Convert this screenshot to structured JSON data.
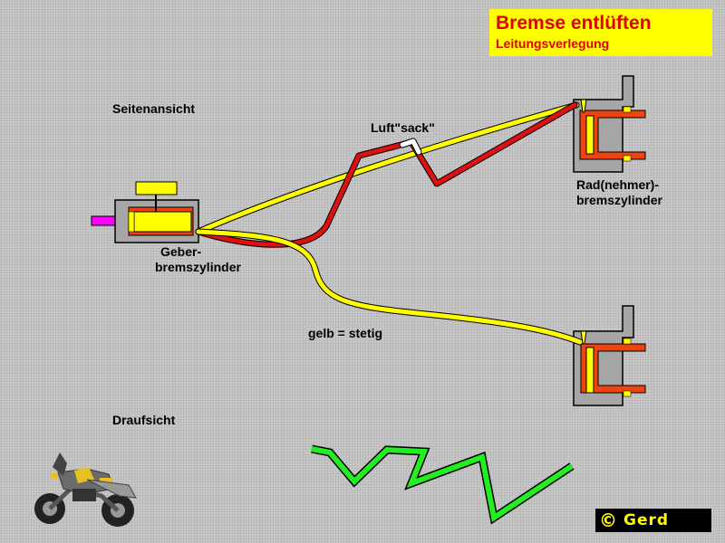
{
  "title": {
    "main": "Bremse entlüften",
    "sub": "Leitungsverlegung"
  },
  "labels": {
    "side_view": "Seitenansicht",
    "top_view": "Draufsicht",
    "air_pocket": "Luft\"sack\"",
    "master_cyl_1": "Geber-",
    "master_cyl_2": "bremszylinder",
    "wheel_cyl_1": "Rad(nehmer)-",
    "wheel_cyl_2": "bremszylinder",
    "yellow_rule": "gelb = stetig"
  },
  "copyright": {
    "symbol": "©",
    "name": "Gerd"
  },
  "colors": {
    "yellow_line": "#ffff00",
    "red_line": "#dd1111",
    "green_line": "#22ee22",
    "brake_orange": "#ee4411",
    "magenta_pushrod": "#ff00ff",
    "housing_gray": "#a6a6a6",
    "title_red": "#e00000"
  },
  "icons": {
    "motorcycle": "motorcycle-icon",
    "copyright": "copyright-icon"
  }
}
